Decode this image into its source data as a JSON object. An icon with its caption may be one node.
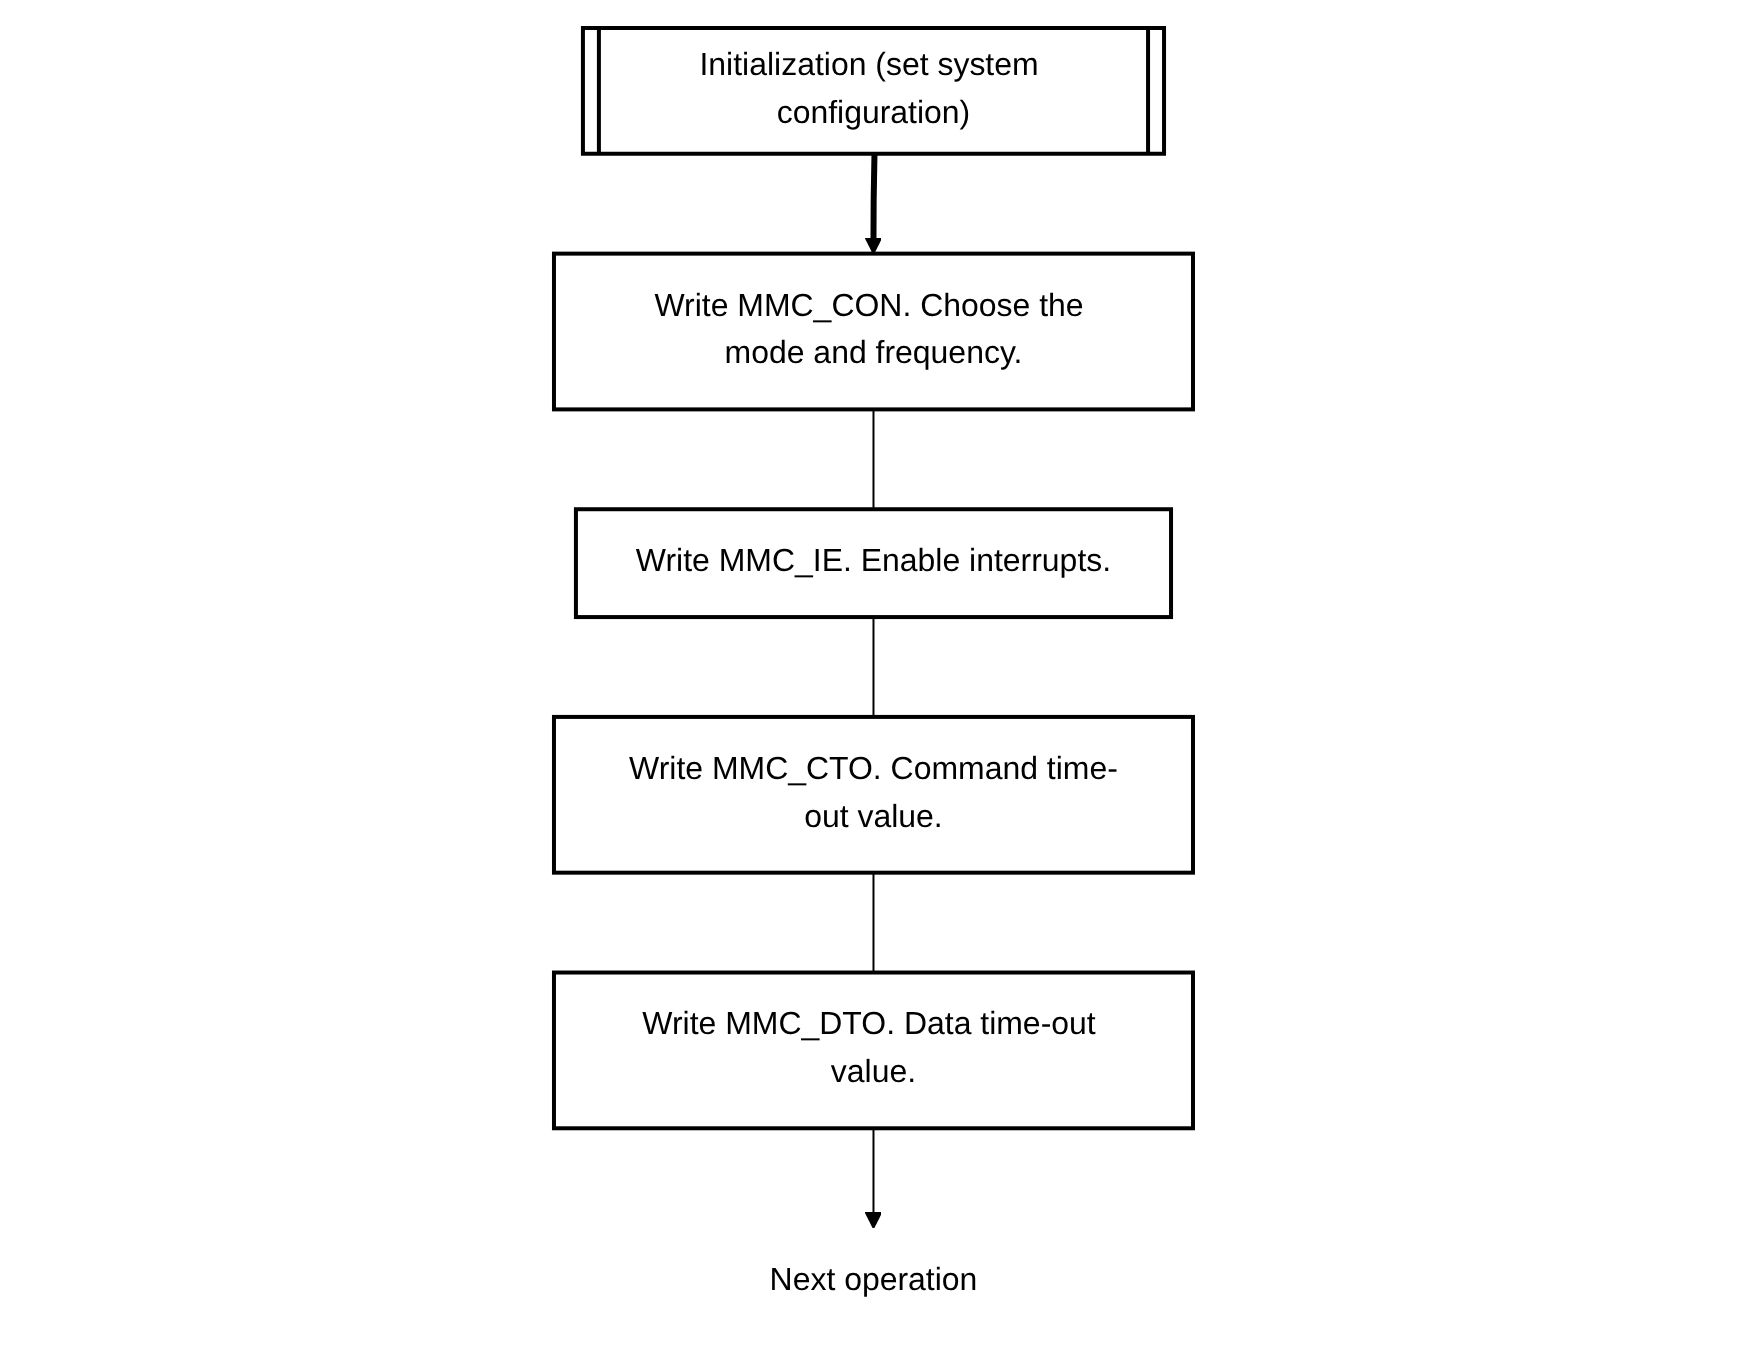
{
  "diagram": {
    "nodes": [
      {
        "text": [
          "Initialization (set system configuration)"
        ]
      },
      {
        "text": [
          "Write MMC_CON. Choose the mode and frequency."
        ]
      },
      {
        "text": [
          "Write MMC_IE. Enable interrupts."
        ]
      },
      {
        "text": [
          "Write MMC_CTO. Command time-out value."
        ]
      },
      {
        "text": [
          "Write MMC_DTO. Data time-out value."
        ]
      },
      {
        "text": [
          "Next operation"
        ]
      }
    ],
    "edges": [
      {
        "from": 0,
        "to": 1,
        "arrow": "to",
        "style": "thick"
      },
      {
        "from": 1,
        "to": 2,
        "arrow": "none"
      },
      {
        "from": 2,
        "to": 3,
        "arrow": "none"
      },
      {
        "from": 3,
        "to": 4,
        "arrow": "none"
      },
      {
        "from": 4,
        "to": 5,
        "arrow": "to"
      }
    ]
  }
}
